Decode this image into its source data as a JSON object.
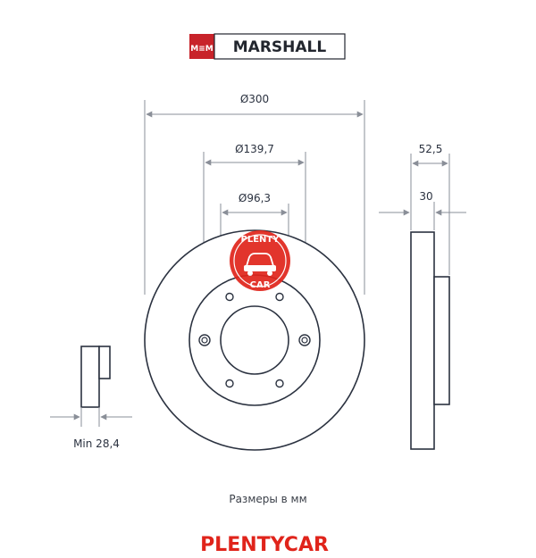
{
  "brand": {
    "logo_mark": "M≡M",
    "name": "MARSHALL"
  },
  "dimensions": {
    "outer_diameter": "Ø300",
    "bolt_circle": "Ø139,7",
    "center_bore": "Ø96,3",
    "total_height": "52,5",
    "thickness": "30",
    "min_thickness": "Min 28,4"
  },
  "caption": "Размеры в мм",
  "footer": "PLENTYCAR",
  "watermark": {
    "top": "PLENTY",
    "bottom": "CAR",
    "icon": "car-icon"
  },
  "colors": {
    "line": "#2b3240",
    "accent": "#e0241b",
    "logo_red": "#c8232a",
    "dim_line": "#8a8f98"
  }
}
